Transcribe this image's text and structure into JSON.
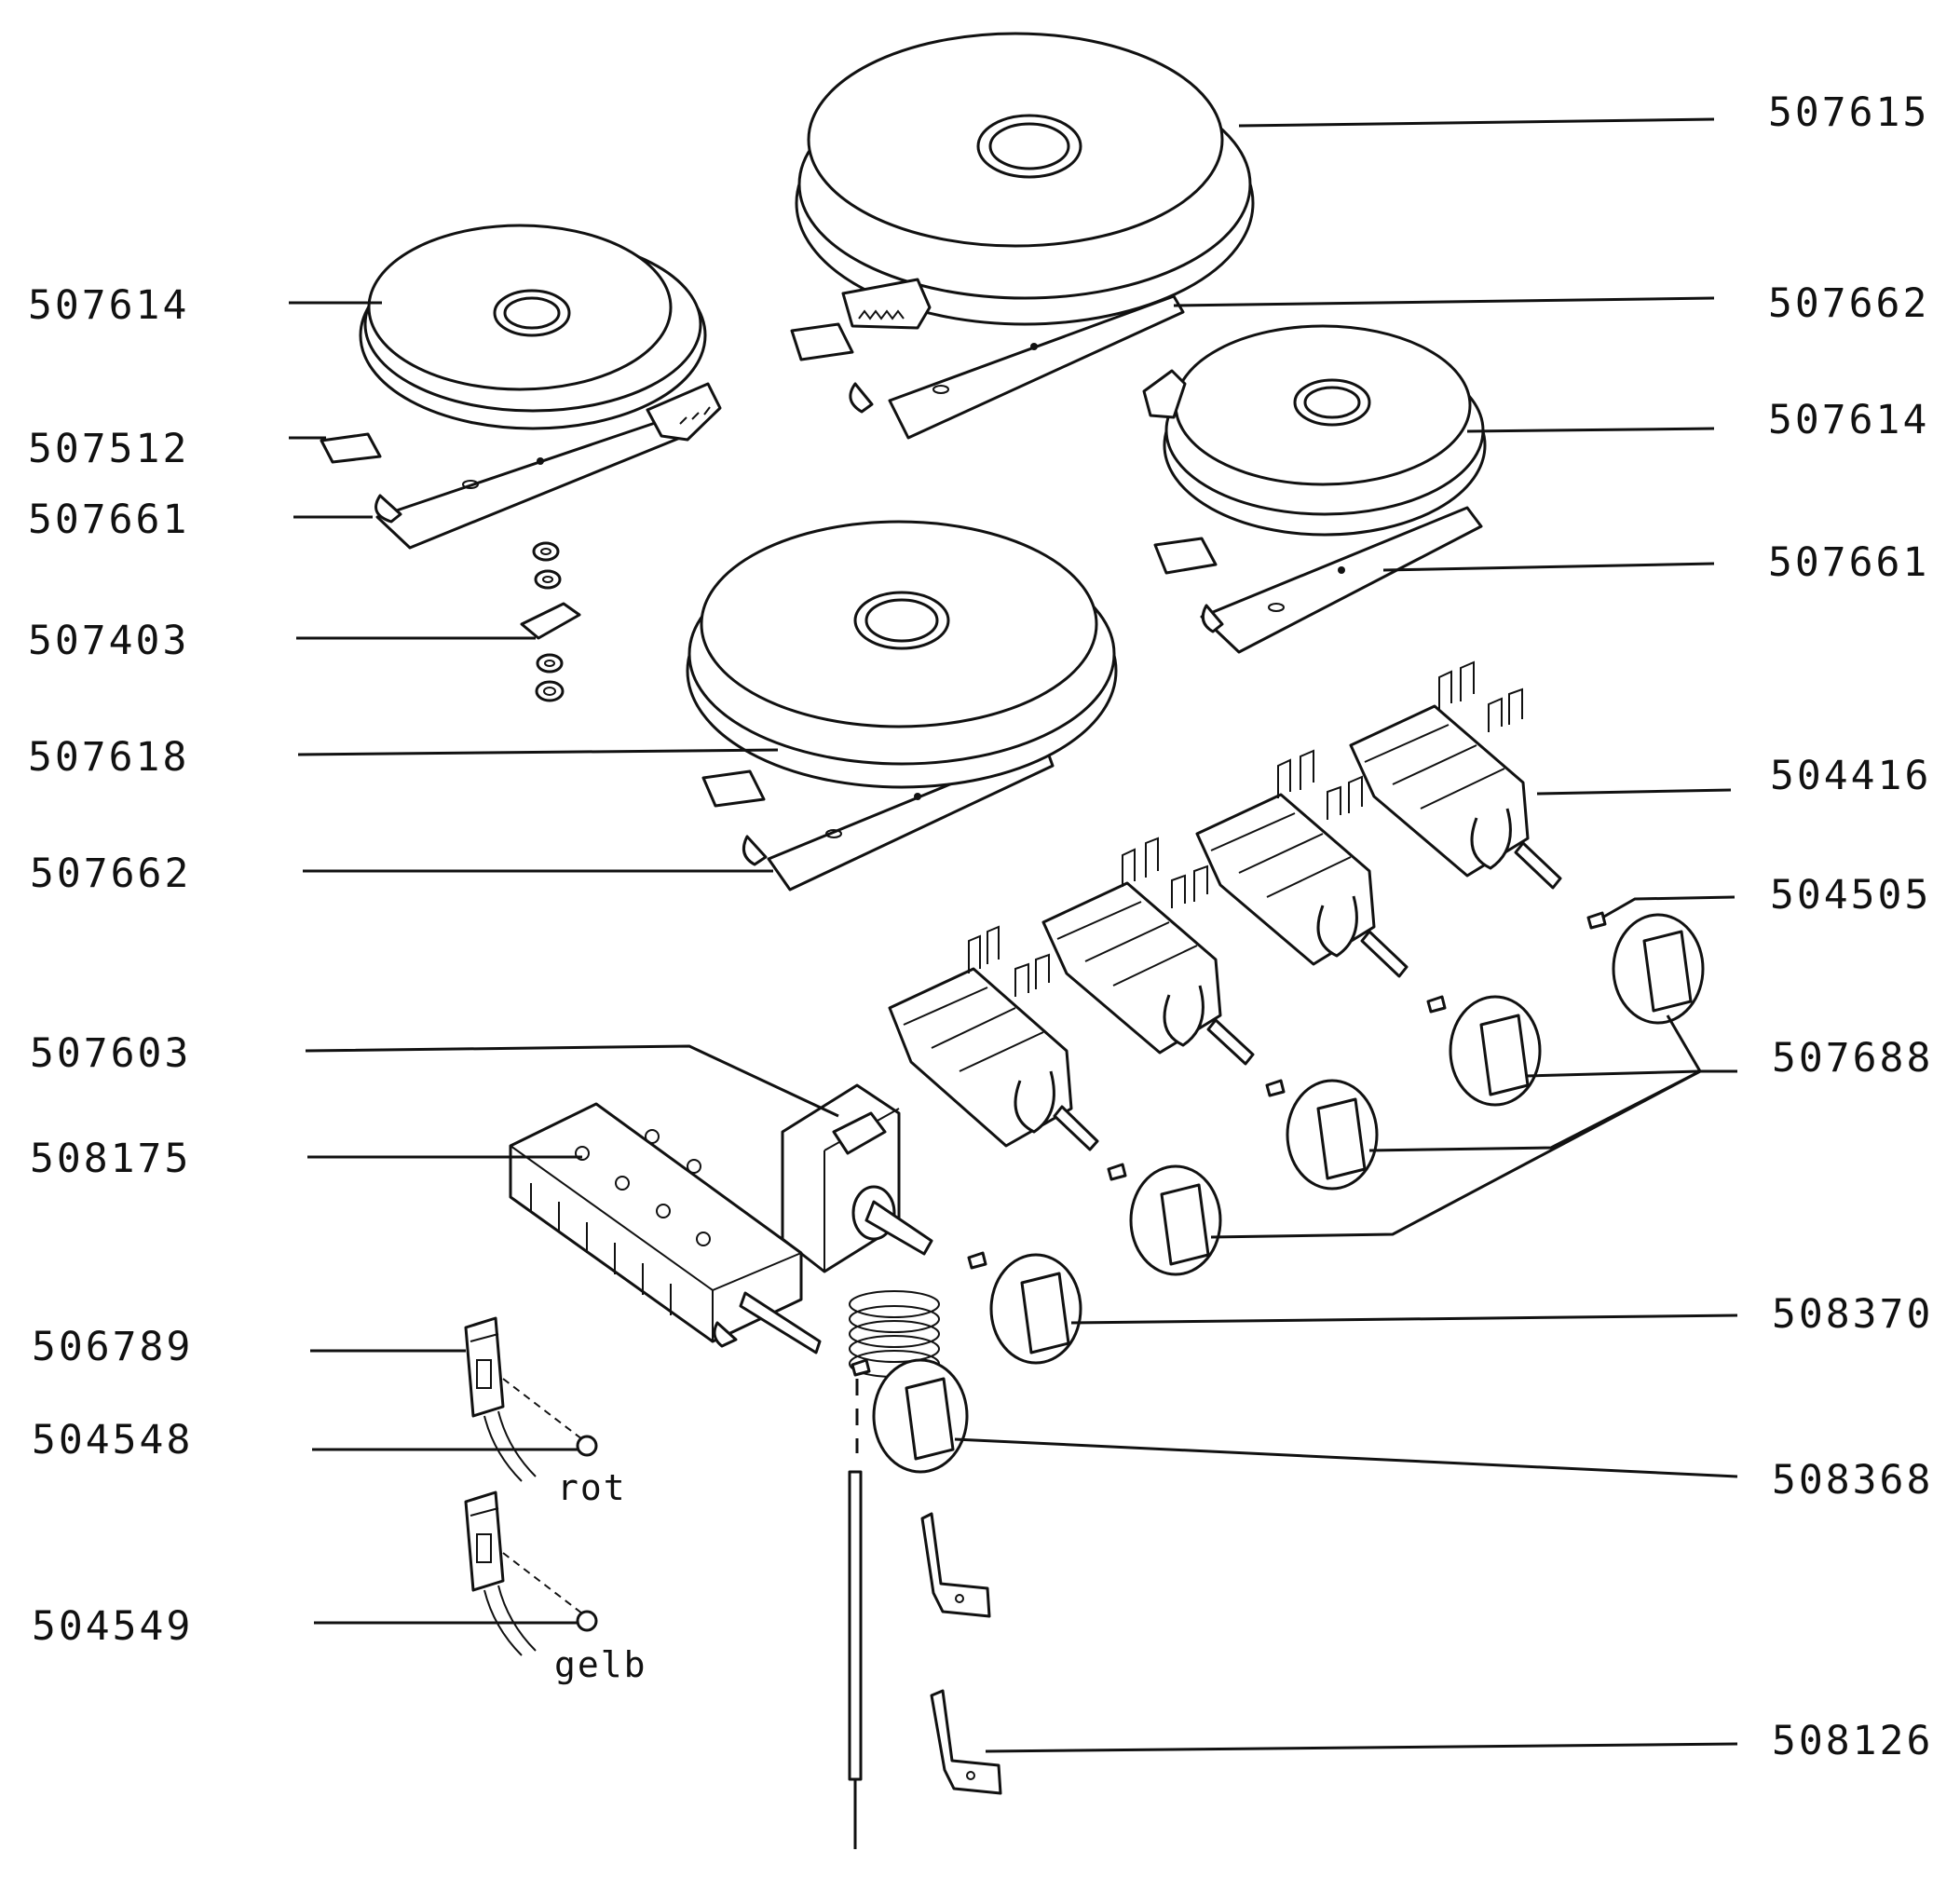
{
  "labels_left": {
    "l1": "507614",
    "l2": "507512",
    "l3": "507661",
    "l4": "507403",
    "l5": "507618",
    "l6": "507662",
    "l7": "507603",
    "l8": "508175",
    "l9": "506789",
    "l10": "504548",
    "l11": "504549"
  },
  "labels_right": {
    "r1": "507615",
    "r2": "507662",
    "r3": "507614",
    "r4": "507661",
    "r5": "504416",
    "r6": "504505",
    "r7": "507688",
    "r8": "508370",
    "r9": "508368",
    "r10": "508126"
  },
  "notes": {
    "rot": "rot",
    "gelb": "gelb"
  }
}
